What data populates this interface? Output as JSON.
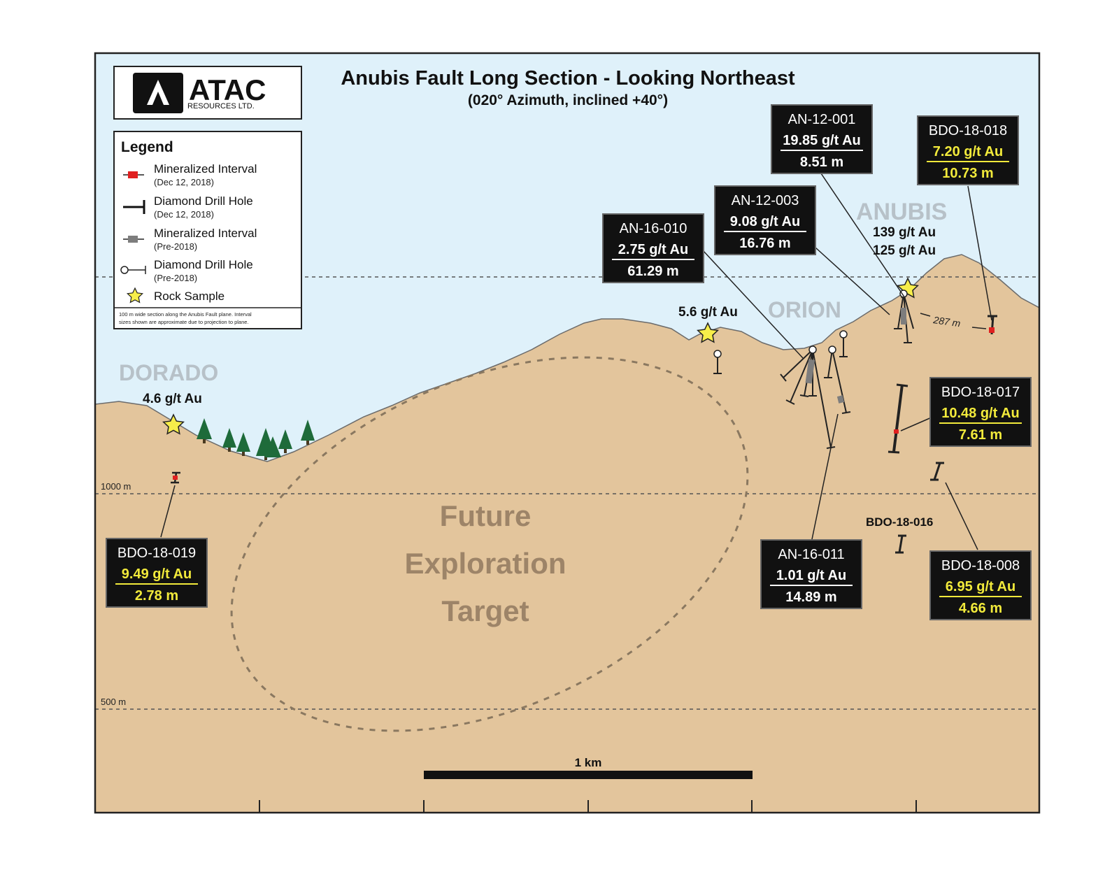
{
  "title": "Anubis Fault Long Section - Looking Northeast",
  "subtitle": "(020° Azimuth, inclined +40°)",
  "logo": {
    "text": "ATAC",
    "subtext": "RESOURCES LTD.",
    "letter": "A"
  },
  "legend": {
    "title": "Legend",
    "items": [
      {
        "label": "Mineralized Interval",
        "sub": "(Dec 12, 2018)",
        "icon": "red-interval-icon"
      },
      {
        "label": "Diamond Drill Hole",
        "sub": "(Dec 12, 2018)",
        "icon": "black-drill-hole-icon"
      },
      {
        "label": "Mineralized Interval",
        "sub": "(Pre-2018)",
        "icon": "grey-interval-icon"
      },
      {
        "label": "Diamond Drill Hole",
        "sub": "(Pre-2018)",
        "icon": "collar-drill-hole-icon"
      },
      {
        "label": "Rock Sample",
        "sub": "",
        "icon": "star-icon"
      }
    ],
    "note1": "100 m wide section along the Anubis Fault plane. Interval",
    "note2": "sizes shown are approximate due to projection to plane."
  },
  "zones": {
    "dorado": "DORADO",
    "orion": "ORION",
    "anubis": "ANUBIS"
  },
  "rock_samples": {
    "dorado": "4.6 g/t Au",
    "orion": "5.6 g/t Au",
    "anubis1": "139 g/t Au",
    "anubis2": "125 g/t Au"
  },
  "elevations": {
    "e1000": "1000 m",
    "e500": "500 m"
  },
  "target": {
    "line1": "Future",
    "line2": "Exploration",
    "line3": "Target"
  },
  "distance_label": "287 m",
  "scale_label": "1 km",
  "standalone_hole": "BDO-18-016",
  "holes": [
    {
      "id": "AN-12-001",
      "grade": "19.85 g/t Au",
      "width": "8.51 m"
    },
    {
      "id": "AN-12-003",
      "grade": "9.08 g/t Au",
      "width": "16.76 m"
    },
    {
      "id": "AN-16-010",
      "grade": "2.75 g/t Au",
      "width": "61.29 m"
    },
    {
      "id": "AN-16-011",
      "grade": "1.01 g/t Au",
      "width": "14.89 m"
    },
    {
      "id": "BDO-18-018",
      "grade": "7.20 g/t Au",
      "width": "10.73 m"
    },
    {
      "id": "BDO-18-017",
      "grade": "10.48 g/t Au",
      "width": "7.61 m"
    },
    {
      "id": "BDO-18-008",
      "grade": "6.95 g/t Au",
      "width": "4.66 m"
    },
    {
      "id": "BDO-18-019",
      "grade": "9.49 g/t Au",
      "width": "2.78 m"
    }
  ],
  "colors": {
    "sky": "#dff1fa",
    "ground": "#e3c59c",
    "zone_text": "#b7c1c8",
    "target_text": "#9d8468",
    "highlight_yellow": "#f2ea3b",
    "mineral_red": "#e02020",
    "mineral_grey": "#7d7d7d",
    "star_fill": "#f7ee4a"
  }
}
